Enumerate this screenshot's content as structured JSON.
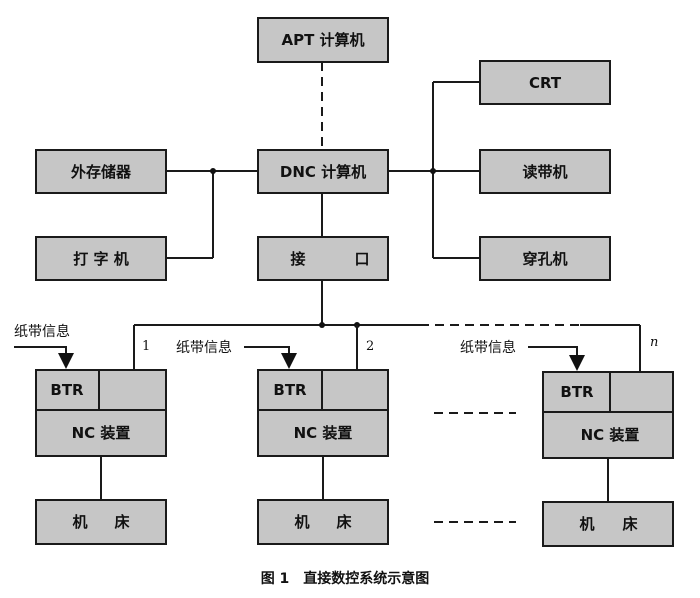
{
  "nodes": {
    "apt": "APT 计算机",
    "crt": "CRT",
    "external_storage": "外存储器",
    "dnc": "DNC 计算机",
    "tape_reader": "读带机",
    "typewriter": "打 字 机",
    "interface_left": "接",
    "interface_right": "口",
    "tape_punch": "穿孔机"
  },
  "channels": [
    {
      "number": "1",
      "tape_info": "纸带信息",
      "btr": "BTR",
      "nc": "NC 装置",
      "machine_left": "机",
      "machine_right": "床"
    },
    {
      "number": "2",
      "tape_info": "纸带信息",
      "btr": "BTR",
      "nc": "NC 装置",
      "machine_left": "机",
      "machine_right": "床"
    },
    {
      "number": "n",
      "tape_info": "纸带信息",
      "btr": "BTR",
      "nc": "NC 装置",
      "machine_left": "机",
      "machine_right": "床"
    }
  ],
  "caption": "图 1　直接数控系统示意图"
}
